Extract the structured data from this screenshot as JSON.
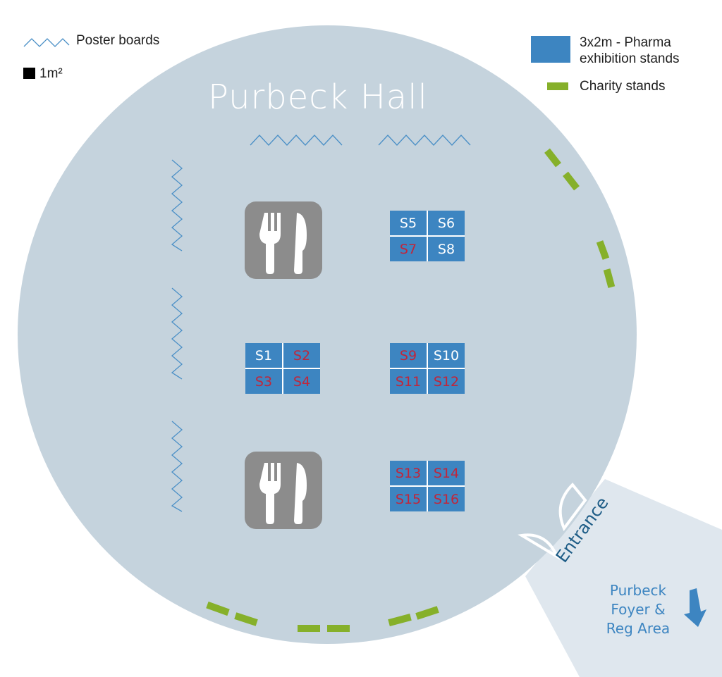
{
  "legend": {
    "poster_boards": "Poster boards",
    "square_metre": "1m²",
    "pharma_line1": "3x2m - Pharma",
    "pharma_line2": "exhibition stands",
    "charity": "Charity stands"
  },
  "hall": {
    "title": "Purbeck Hall"
  },
  "stands": [
    {
      "group": "A",
      "items": [
        {
          "label": "S5",
          "color": "#ffffff"
        },
        {
          "label": "S6",
          "color": "#ffffff"
        },
        {
          "label": "S7",
          "color": "#c0263b"
        },
        {
          "label": "S8",
          "color": "#ffffff"
        }
      ]
    },
    {
      "group": "B",
      "items": [
        {
          "label": "S1",
          "color": "#ffffff"
        },
        {
          "label": "S2",
          "color": "#c0263b"
        },
        {
          "label": "S3",
          "color": "#c0263b"
        },
        {
          "label": "S4",
          "color": "#c0263b"
        }
      ]
    },
    {
      "group": "C",
      "items": [
        {
          "label": "S9",
          "color": "#c0263b"
        },
        {
          "label": "S10",
          "color": "#ffffff"
        },
        {
          "label": "S11",
          "color": "#c0263b"
        },
        {
          "label": "S12",
          "color": "#c0263b"
        }
      ]
    },
    {
      "group": "D",
      "items": [
        {
          "label": "S13",
          "color": "#c0263b"
        },
        {
          "label": "S14",
          "color": "#c0263b"
        },
        {
          "label": "S15",
          "color": "#c0263b"
        },
        {
          "label": "S16",
          "color": "#c0263b"
        }
      ]
    }
  ],
  "entrance": {
    "label": "Entrance"
  },
  "foyer": {
    "line1": "Purbeck",
    "line2": "Foyer &",
    "line3": "Reg Area"
  },
  "colors": {
    "hall": "#c5d3dd",
    "corridor": "#dfe7ee",
    "stand": "#3d85c1",
    "charity": "#86b02a",
    "poster": "#4a8fc6",
    "catering": "#8c8c8c",
    "arrow": "#3d85c1"
  },
  "icons": [
    "fork-knife-icon",
    "zigzag-poster-icon",
    "down-arrow-icon",
    "entrance-door-icon"
  ]
}
